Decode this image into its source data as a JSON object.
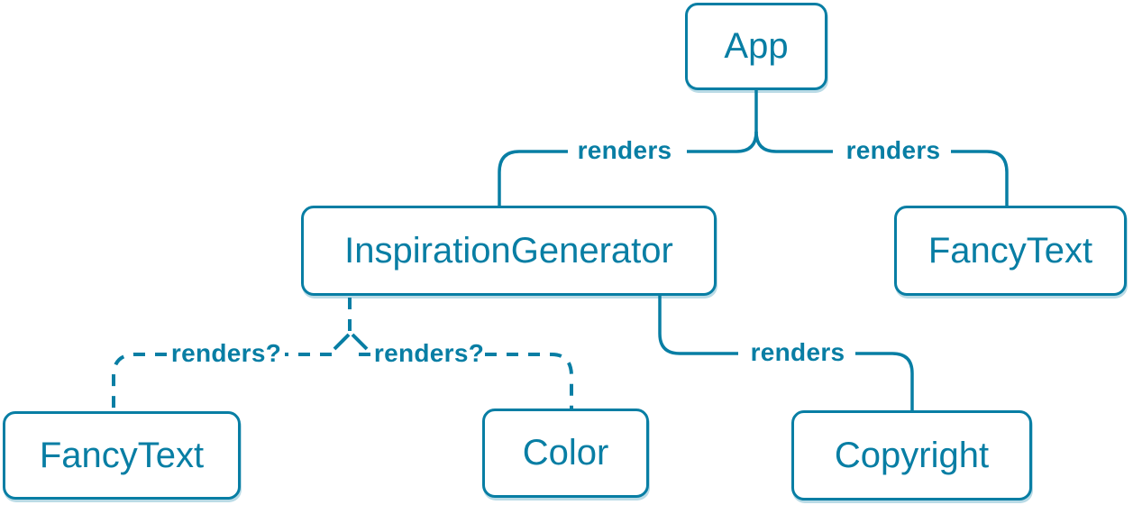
{
  "diagram": {
    "type": "component-render-tree",
    "accent_color": "#087ea4",
    "node_fill_color": "#ffffff",
    "nodes": [
      {
        "id": "app",
        "label": "App"
      },
      {
        "id": "inspiration-generator",
        "label": "InspirationGenerator"
      },
      {
        "id": "fancy-text-top",
        "label": "FancyText"
      },
      {
        "id": "fancy-text-bottom",
        "label": "FancyText"
      },
      {
        "id": "color",
        "label": "Color"
      },
      {
        "id": "copyright",
        "label": "Copyright"
      }
    ],
    "edge_labels": [
      {
        "id": "app-to-inspiration-generator",
        "label": "renders",
        "style": "solid"
      },
      {
        "id": "app-to-fancy-text",
        "label": "renders",
        "style": "solid"
      },
      {
        "id": "inspiration-generator-to-fancy-text",
        "label": "renders?",
        "style": "dashed"
      },
      {
        "id": "inspiration-generator-to-color",
        "label": "renders?",
        "style": "dashed"
      },
      {
        "id": "inspiration-generator-to-copyright",
        "label": "renders",
        "style": "solid"
      }
    ]
  }
}
